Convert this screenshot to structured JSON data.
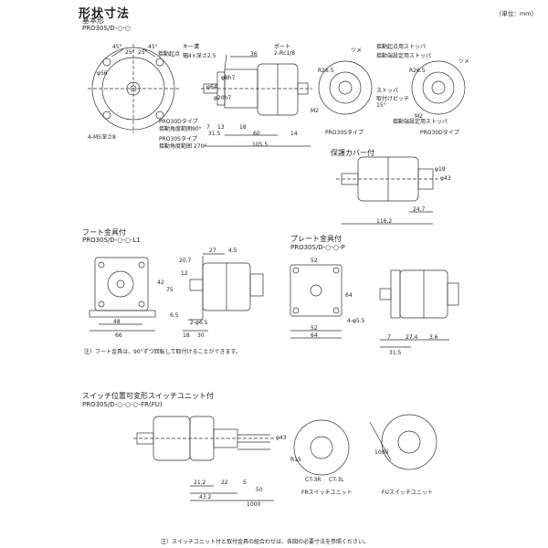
{
  "title": "形状寸法",
  "unit": "（単位：mm）",
  "sections": {
    "basic": {
      "heading": "基本形",
      "model": "PRO30S/D-○-○"
    },
    "cover": {
      "heading": "保護カバー付"
    },
    "foot": {
      "heading": "フート金具付",
      "model": "PRO30S/D-○-○-L1"
    },
    "plate": {
      "heading": "プレート金具付",
      "model": "PRO30S/D-○-○-P"
    },
    "switch": {
      "heading": "スイッチ位置可変形スイッチユニット付",
      "model": "PRO30S/D-○-○-○-FR(FU)"
    }
  },
  "basic_labels": {
    "swing_origin": "揺動起点",
    "key_groove": "キー溝",
    "key_spec": "幅4×深さ2.5",
    "port": "ポート",
    "port_spec": "2-Rc1/8",
    "stopper_origin": "揺動起点用ストッパ",
    "stopper_setting": "揺動端設定用ストッパ",
    "claw": "ツメ",
    "claw2": "ツメ",
    "stopper": "ストッパ",
    "pitch": "取付けピッチ",
    "pitch_deg": "15°",
    "stopper_end": "揺動端設定用ストッパ",
    "type_s": "PRO30Sタイプ",
    "type_d": "PRO30Dタイプ",
    "range_d_label": "PRO30Dタイプ",
    "range_d": "揺動角度範囲90°",
    "range_s_label": "PRO30Sタイプ",
    "range_s": "揺動角度範囲 270°",
    "tapped_holes": "4-M5深さ8",
    "m2": "M2",
    "m2b": "M2",
    "r_a": "R26.5",
    "r_b": "R26.5",
    "ang45a": "45°",
    "ang25a": "25°",
    "ang25b": "25°",
    "ang45b": "45°",
    "dia56": "φ56",
    "dia64": "φ64",
    "dia20": "φ20h7",
    "dia8": "φ8h7"
  },
  "dims_basic": [
    "36",
    "7",
    "13",
    "18",
    "31.5",
    "60",
    "14",
    "105.5"
  ],
  "dims_cover": [
    "116.2",
    "24.7",
    "φ43",
    "φ19"
  ],
  "dims_foot": [
    "27",
    "4.5",
    "20.7",
    "12",
    "42",
    "75",
    "2-φ6.5",
    "48",
    "66",
    "18",
    "30",
    "6.5"
  ],
  "dims_plate": [
    "52",
    "64",
    "4-φ5.5",
    "52",
    "64",
    "27.4",
    "3.6",
    "7",
    "31.5"
  ],
  "dims_switch": [
    "φ43",
    "21.2",
    "22",
    "5",
    "43.2",
    "50",
    "1000",
    "R15",
    "CT-3R",
    "CT-3L",
    "1000"
  ],
  "notes": {
    "foot_note": "注）フート金具は、90°ずつ回転して取付けることができます。",
    "fr_unit": "FRスイッチユニット",
    "fu_unit": "FUスイッチユニット",
    "bottom_note": "注）スイッチユニット付と取付金具の組合わせは、各図の必要寸法を参照ください。"
  }
}
